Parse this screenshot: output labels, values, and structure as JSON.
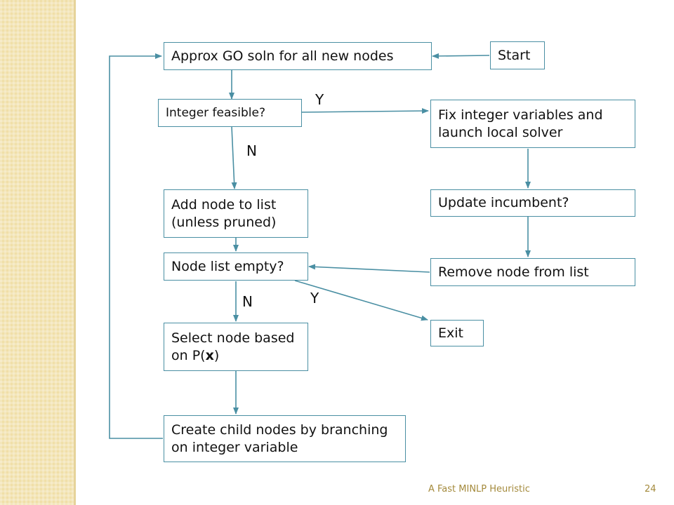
{
  "nodes": {
    "approx": "Approx GO soln for all new nodes",
    "start": "Start",
    "int_feasible": "Integer feasible?",
    "fix_vars": "Fix integer variables and\nlaunch local solver",
    "add_node": "Add node to list\n(unless pruned)",
    "update_inc": "Update incumbent?",
    "node_empty": "Node list empty?",
    "remove_node": "Remove node from list",
    "exit": "Exit",
    "select_node_pre": "Select node based\non P(",
    "select_node_bold": "x",
    "select_node_post": ")",
    "create_child": "Create child nodes by branching\non integer variable"
  },
  "edge_labels": {
    "feasible_yes": "Y",
    "feasible_no": "N",
    "empty_no": "N",
    "empty_yes": "Y"
  },
  "footer": {
    "title": "A Fast MINLP Heuristic",
    "page": "24"
  },
  "colors": {
    "connector": "#4a8fa3",
    "sidebar": "#f0dfa8",
    "footer_text": "#a48a3c"
  }
}
